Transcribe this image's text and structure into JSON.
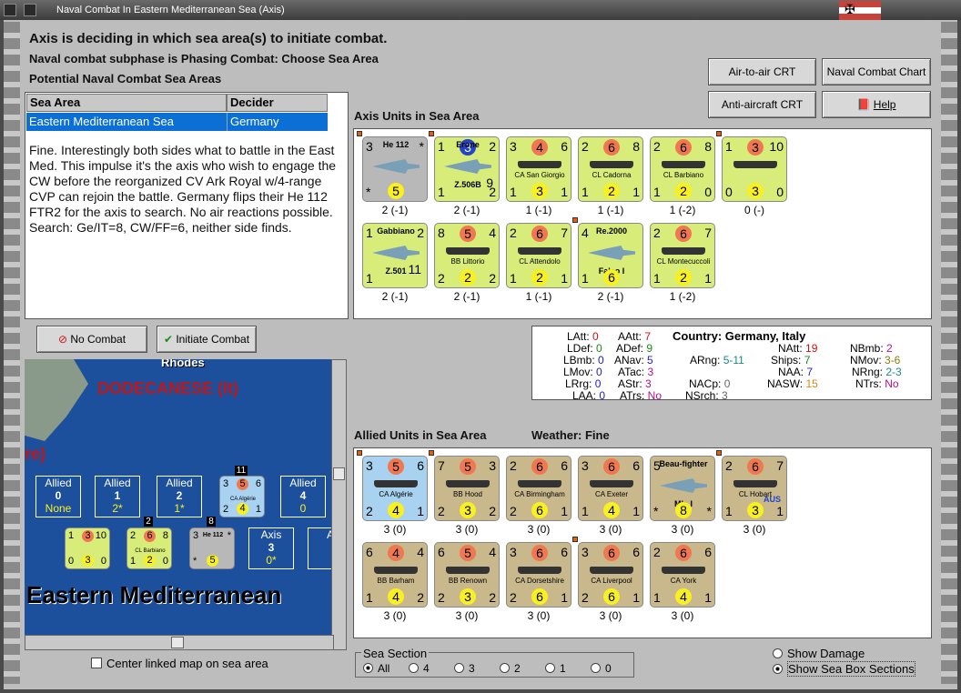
{
  "window": {
    "title": "Naval Combat In Eastern Mediterranean Sea (Axis)"
  },
  "header": {
    "line1": "Axis is deciding in which sea area(s) to initiate combat.",
    "line2": "Naval combat subphase is Phasing Combat: Choose Sea Area",
    "line3": "Potential Naval Combat Sea Areas"
  },
  "buttons": {
    "air_crt": "Air-to-air CRT",
    "naval_chart": "Naval Combat Chart",
    "aa_crt": "Anti-aircraft CRT",
    "help": "Help",
    "no_combat": "No Combat",
    "initiate": "Initiate Combat"
  },
  "table": {
    "col1": "Sea Area",
    "col2": "Decider",
    "row_area": "Eastern Mediterranean Sea",
    "row_decider": "Germany"
  },
  "notes": "Fine.  Interestingly both sides what to battle in the East Med.  This impulse it's the axis who wish to engage the CW before the reorganized CV Ark Royal w/4-range CVP can rejoin the battle.   Germany flips their He 112 FTR2 for the axis to search.  No air reactions possible.  Search: Ge/IT=8, CW/FF=6, neither side finds.",
  "axis": {
    "label": "Axis Units in Sea Area",
    "units": [
      {
        "type": "air",
        "style": "gray",
        "tl": "3",
        "tr": "*",
        "tc": "",
        "name": "He 112",
        "bl": "*",
        "bc": "5",
        "br": "",
        "val": "2 (-1)"
      },
      {
        "type": "air",
        "style": "green",
        "tl": "1",
        "tr": "2",
        "tc": "3",
        "name": "Erone",
        "extra": "9",
        "sub": "Z.506B",
        "bl": "1",
        "bc": "",
        "br": "2",
        "val": "2 (-1)"
      },
      {
        "type": "ship",
        "style": "green",
        "tl": "3",
        "tr": "6",
        "tc": "4",
        "name": "CA San Giorgio",
        "bl": "1",
        "bc": "3",
        "br": "1",
        "val": "1 (-1)"
      },
      {
        "type": "ship",
        "style": "green",
        "tl": "2",
        "tr": "8",
        "tc": "6",
        "name": "CL Cadorna",
        "bl": "1",
        "bc": "2",
        "br": "1",
        "val": "1 (-1)"
      },
      {
        "type": "ship",
        "style": "green",
        "tl": "2",
        "tr": "8",
        "tc": "6",
        "name": "CL Barbiano",
        "bl": "1",
        "bc": "2",
        "br": "0",
        "val": "1 (-2)"
      },
      {
        "type": "ship",
        "style": "green",
        "tl": "1",
        "tr": "10",
        "tc": "3",
        "name": "",
        "bl": "0",
        "bc": "3",
        "br": "0",
        "val": "0 (-)"
      },
      {
        "type": "air",
        "style": "green",
        "tl": "1",
        "tr": "2",
        "tc": "",
        "name": "Gabbiano",
        "extra": "11",
        "sub": "Z.501",
        "bl": "1",
        "bc": "",
        "br": "",
        "val": "2 (-1)"
      },
      {
        "type": "ship",
        "style": "green",
        "tl": "8",
        "tr": "4",
        "tc": "5",
        "name": "BB Littorio",
        "bl": "2",
        "bc": "2",
        "br": "2",
        "val": "2 (-1)"
      },
      {
        "type": "ship",
        "style": "green",
        "tl": "2",
        "tr": "7",
        "tc": "6",
        "name": "CL Attendolo",
        "bl": "1",
        "bc": "2",
        "br": "1",
        "val": "1 (-1)"
      },
      {
        "type": "air",
        "style": "green",
        "tl": "4",
        "tr": "",
        "tc": "",
        "name": "Re.2000",
        "sub": "Falco I",
        "bl": "1",
        "bc": "6",
        "br": "",
        "val": "2 (-1)"
      },
      {
        "type": "ship",
        "style": "green",
        "tl": "2",
        "tr": "7",
        "tc": "6",
        "name": "CL Montecuccoli",
        "bl": "1",
        "bc": "2",
        "br": "1",
        "val": "1 (-2)"
      }
    ]
  },
  "stats": {
    "country_label": "Country: Germany, Italy",
    "LAtt": "LAtt: ",
    "LAtt_v": "0",
    "LDef": "LDef: ",
    "LDef_v": "0",
    "LBmb": "LBmb: ",
    "LBmb_v": "0",
    "LMov": "LMov: ",
    "LMov_v": "0",
    "LRrg": "LRrg: ",
    "LRrg_v": "0",
    "LAA": "LAA: ",
    "LAA_v": "0",
    "AAtt": "AAtt: ",
    "AAtt_v": "7",
    "ADef": "ADef: ",
    "ADef_v": "9",
    "ANav": "ANav: ",
    "ANav_v": "5",
    "ATac": "ATac: ",
    "ATac_v": "3",
    "AStr": "AStr: ",
    "AStr_v": "3",
    "ATrs": "ATrs: ",
    "ATrs_v": "No",
    "ARng": "ARng: ",
    "ARng_v": "5-11",
    "NACp": "NACp: ",
    "NACp_v": "0",
    "NSrch": "NSrch: ",
    "NSrch_v": "3",
    "NAtt": "NAtt: ",
    "NAtt_v": "19",
    "Ships": "Ships: ",
    "Ships_v": "7",
    "NAA": "NAA: ",
    "NAA_v": "7",
    "NASW": "NASW: ",
    "NASW_v": "15",
    "NBmb": "NBmb: ",
    "NBmb_v": "2",
    "NMov": "NMov: ",
    "NMov_v": "3-6",
    "NRng": "NRng: ",
    "NRng_v": "2-3",
    "NTrs": "NTrs: ",
    "NTrs_v": "No"
  },
  "weather": {
    "label": "Allied Units in Sea Area",
    "weather": "Weather:  Fine"
  },
  "allied": {
    "units": [
      {
        "type": "ship",
        "style": "blue",
        "tl": "3",
        "tr": "6",
        "tc": "5",
        "name": "CA Algérie",
        "bl": "2",
        "bc": "4",
        "br": "1",
        "val": "3 (0)"
      },
      {
        "type": "ship",
        "style": "tan",
        "tl": "7",
        "tr": "3",
        "tc": "5",
        "name": "BB Hood",
        "bl": "2",
        "bc": "3",
        "br": "2",
        "val": "3 (0)"
      },
      {
        "type": "ship",
        "style": "tan",
        "tl": "2",
        "tr": "6",
        "tc": "6",
        "name": "CA Birmingham",
        "bl": "2",
        "bc": "6",
        "br": "1",
        "val": "3 (0)"
      },
      {
        "type": "ship",
        "style": "tan",
        "tl": "3",
        "tr": "6",
        "tc": "6",
        "name": "CA Exeter",
        "bl": "1",
        "bc": "4",
        "br": "1",
        "val": "3 (0)"
      },
      {
        "type": "air",
        "style": "tan",
        "tl": "5",
        "tr": "",
        "tc": "",
        "name": "Beau-fighter",
        "sub": "Mk. I",
        "bl": "*",
        "bc": "8",
        "br": "*",
        "val": "3 (0)"
      },
      {
        "type": "ship",
        "style": "tan",
        "tl": "2",
        "tr": "7",
        "tc": "6",
        "name": "CL Hobart",
        "extra": "AUS",
        "bl": "1",
        "bc": "3",
        "br": "1",
        "val": "3 (0)"
      },
      {
        "type": "ship",
        "style": "tan",
        "tl": "6",
        "tr": "4",
        "tc": "4",
        "name": "BB Barham",
        "bl": "1",
        "bc": "4",
        "br": "2",
        "val": "3 (0)"
      },
      {
        "type": "ship",
        "style": "tan",
        "tl": "6",
        "tr": "4",
        "tc": "5",
        "name": "BB Renown",
        "bl": "2",
        "bc": "3",
        "br": "2",
        "val": "3 (0)"
      },
      {
        "type": "ship",
        "style": "tan",
        "tl": "3",
        "tr": "6",
        "tc": "6",
        "name": "CA Dorsetshire",
        "bl": "2",
        "bc": "6",
        "br": "1",
        "val": "3 (0)"
      },
      {
        "type": "ship",
        "style": "tan",
        "tl": "3",
        "tr": "6",
        "tc": "6",
        "name": "CA Liverpool",
        "bl": "2",
        "bc": "6",
        "br": "1",
        "val": "3 (0)"
      },
      {
        "type": "ship",
        "style": "tan",
        "tl": "2",
        "tr": "6",
        "tc": "6",
        "name": "CA York",
        "bl": "1",
        "bc": "4",
        "br": "1",
        "val": "3 (0)"
      }
    ]
  },
  "map": {
    "island": "Rhodes",
    "region": "DODECANESE (It)",
    "region2": "re)",
    "sea": "Eastern Mediterranean",
    "boxes": [
      {
        "t": "Allied",
        "n": "0",
        "s": "None"
      },
      {
        "t": "Allied",
        "n": "1",
        "s": "2*"
      },
      {
        "t": "Allied",
        "n": "2",
        "s": "1*"
      },
      {
        "t": "Allied",
        "n": "4",
        "s": "0"
      },
      {
        "t": "Axis",
        "n": "3",
        "s": "0*"
      },
      {
        "t": "A",
        "n": "",
        "s": ""
      }
    ],
    "stack_11": "11",
    "stack_2": "2",
    "stack_8": "8",
    "cnt1": {
      "tl": "1",
      "tc": "3",
      "tr": "10",
      "bl": "0",
      "bc": "3",
      "br": "0"
    },
    "cnt2": {
      "tl": "2",
      "tc": "6",
      "tr": "8",
      "name": "CL Barbiano",
      "bl": "1",
      "bc": "2",
      "br": "0"
    },
    "cnt3": {
      "tl": "3",
      "tr": "*",
      "name": "He 112",
      "bl": "*",
      "bc": "5"
    },
    "cnt4": {
      "tl": "3",
      "tc": "5",
      "tr": "6",
      "name": "CA Algérie",
      "bl": "2",
      "bc": "4",
      "br": "1"
    }
  },
  "footer": {
    "center_map": "Center linked map on sea area",
    "sea_section": "Sea Section",
    "opts": [
      "All",
      "4",
      "3",
      "2",
      "1",
      "0"
    ],
    "show_damage": "Show Damage",
    "show_sections": "Show Sea Box Sections"
  }
}
